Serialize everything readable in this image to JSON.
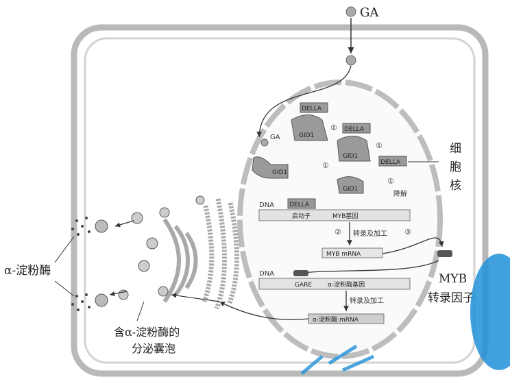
{
  "labels": {
    "ga_top": "GA",
    "ga_inner": "GA",
    "nucleus": "细\n胞\n核",
    "alpha_amylase": "α-淀粉酶",
    "vesicle_line1": "含α-淀粉酶的",
    "vesicle_line2": "分泌囊泡",
    "myb_tf_line1": "MYB",
    "myb_tf_line2": "转录因子",
    "dna1": "DNA",
    "dna2": "DNA",
    "della_1": "DELLA",
    "della_2": "DELLA",
    "della_3": "DELLA",
    "della_4": "DELLA",
    "gid1_1": "GID1",
    "gid1_2": "GID1",
    "gid1_3": "GID1",
    "gid1_4": "GID1",
    "promoter": "启动子",
    "myb_gene": "MYB基因",
    "myb_mrna": "MYB mRNA",
    "gare": "GARE",
    "amylase_gene": "α-淀粉酶基因",
    "amylase_mrna": "α-淀粉酶 mRNA",
    "transcribe_1": "转录及加工",
    "transcribe_2": "转录及加工",
    "degrade": "降解",
    "step_1a": "①",
    "step_1b": "①",
    "step_1c": "①",
    "step_1d": "①",
    "step_2": "②",
    "step_3": "③"
  },
  "colors": {
    "membrane": "#b9b9b9",
    "protein_fill": "#9a9a9a",
    "watermark": "#1e90d8"
  }
}
